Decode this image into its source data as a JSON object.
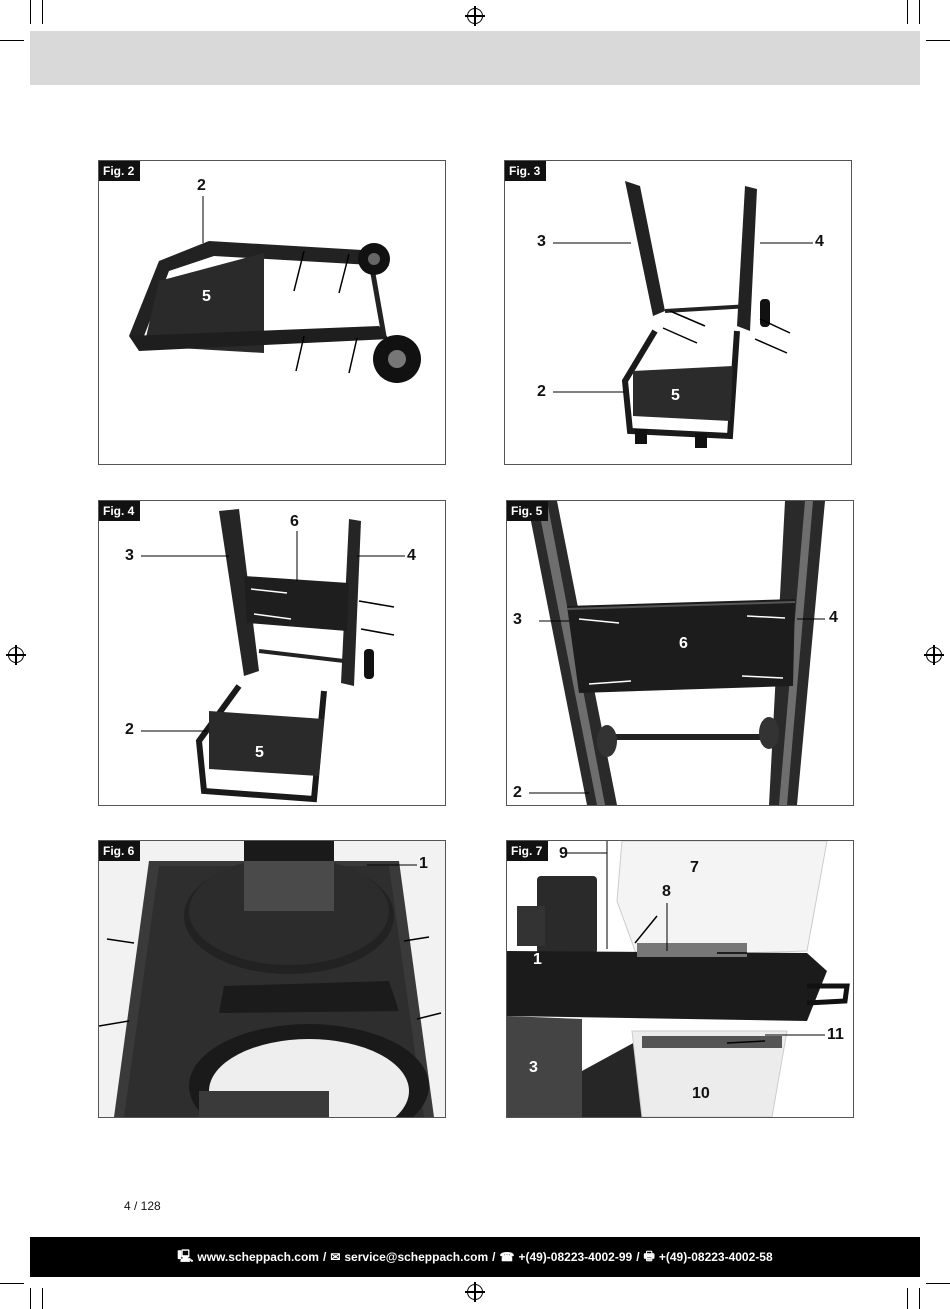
{
  "page": {
    "page_number": "4 / 128"
  },
  "footer": {
    "website": "www.scheppach.com",
    "email": "service@scheppach.com",
    "phone": "+(49)-08223-4002-99",
    "fax": "+(49)-08223-4002-58",
    "separator": "/"
  },
  "figures": [
    {
      "tag": "Fig. 2",
      "labels": [
        "2",
        "5"
      ]
    },
    {
      "tag": "Fig. 3",
      "labels": [
        "3",
        "4",
        "2",
        "5"
      ]
    },
    {
      "tag": "Fig. 4",
      "labels": [
        "6",
        "3",
        "4",
        "2",
        "5"
      ]
    },
    {
      "tag": "Fig. 5",
      "labels": [
        "3",
        "4",
        "6",
        "2"
      ]
    },
    {
      "tag": "Fig. 6",
      "labels": [
        "1"
      ]
    },
    {
      "tag": "Fig. 7",
      "labels": [
        "9",
        "7",
        "8",
        "1",
        "11",
        "3",
        "10"
      ]
    }
  ],
  "icons": {
    "web": "computer-icon",
    "email": "mail-icon",
    "phone": "phone-icon",
    "fax": "fax-icon"
  },
  "colors": {
    "header": "#d9d9d9",
    "footer": "#000000",
    "tag_bg": "#111111"
  }
}
